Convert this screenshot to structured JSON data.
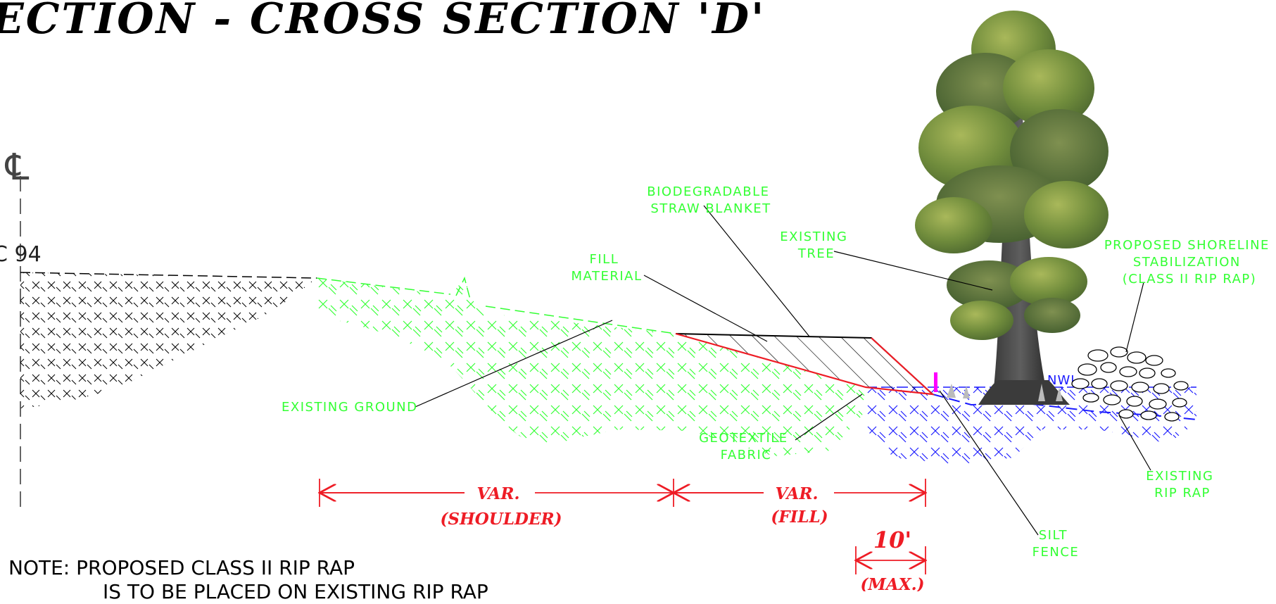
{
  "title": "ECTION  -  CROSS  SECTION  'D'",
  "centerline_symbol": "℄",
  "station_label": "C  94",
  "labels": {
    "biodegradable": [
      "BIODEGRADABLE",
      "STRAW  BLANKET"
    ],
    "existing_tree": [
      "EXISTING",
      "TREE"
    ],
    "fill_material": [
      "FILL",
      "MATERIAL"
    ],
    "proposed_shoreline": [
      "PROPOSED  SHORELINE",
      "STABILIZATION",
      "(CLASS  II RIP  RAP)"
    ],
    "existing_ground": "EXISTING  GROUND",
    "geotextile": [
      "GEOTEXTILE",
      "FABRIC"
    ],
    "existing_rip_rap": [
      "EXISTING",
      "RIP  RAP"
    ],
    "silt_fence": [
      "SILT",
      "FENCE"
    ],
    "nwl": "NWL"
  },
  "dimensions": {
    "shoulder": [
      "VAR.",
      "(SHOULDER)"
    ],
    "fill": [
      "VAR.",
      "(FILL)"
    ],
    "max": [
      "10'",
      "(MAX.)"
    ]
  },
  "note": [
    "NOTE:  PROPOSED   CLASS  II RIP  RAP",
    "IS  TO   BE  PLACED   ON   EXISTING   RIP  RAP"
  ],
  "colors": {
    "green": "#33ff33",
    "blue": "#1a1aff",
    "red": "#ee1c25",
    "magenta": "#ff00ff",
    "black": "#000000"
  }
}
